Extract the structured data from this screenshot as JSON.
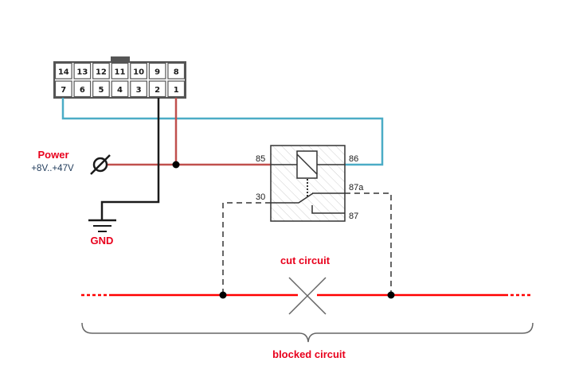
{
  "connector": {
    "top_row": [
      "14",
      "13",
      "12",
      "11",
      "10",
      "9",
      "8"
    ],
    "bottom_row": [
      "7",
      "6",
      "5",
      "4",
      "3",
      "2",
      "1"
    ]
  },
  "relay": {
    "pins": {
      "p85": "85",
      "p86": "86",
      "p30": "30",
      "p87a": "87a",
      "p87": "87"
    }
  },
  "labels": {
    "power": "Power",
    "power_range": "+8V..+47V",
    "gnd": "GND",
    "cut_circuit": "cut circuit",
    "blocked_circuit": "blocked circuit"
  },
  "colors": {
    "power_wire": "#c0504d",
    "signal_wire": "#4bacc6",
    "ground_wire": "#1a1a1a",
    "circuit_line": "#ff0000",
    "label_red": "#e8001c"
  }
}
